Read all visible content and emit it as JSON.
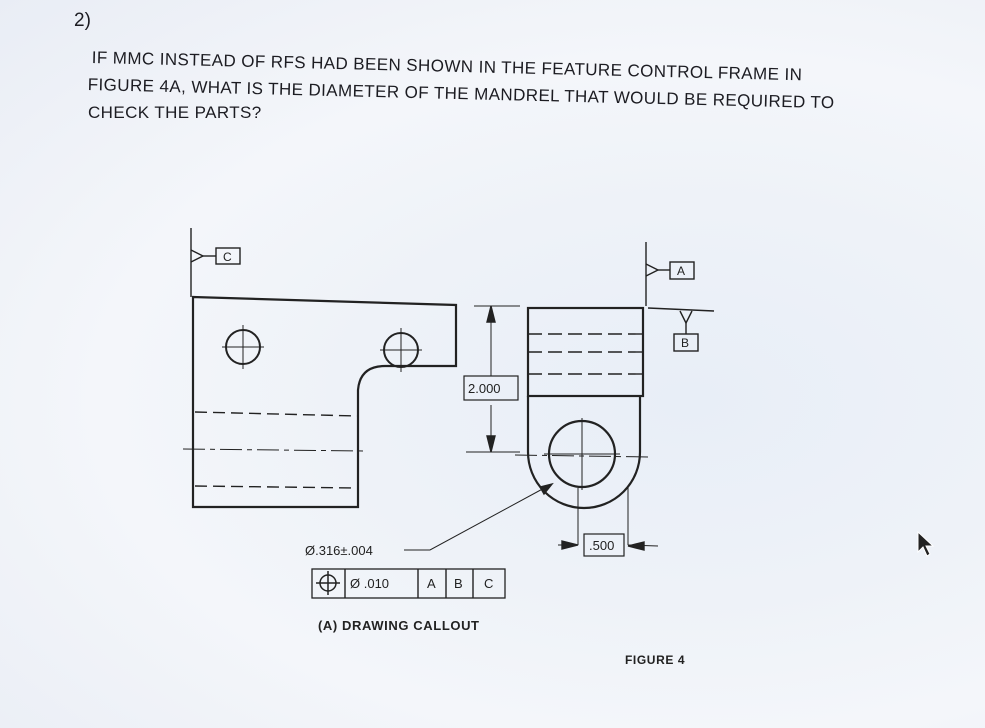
{
  "question": {
    "number": "2)",
    "lines": [
      "IF MMC INSTEAD OF RFS HAD BEEN SHOWN IN THE FEATURE CONTROL FRAME IN",
      "FIGURE 4A, WHAT IS THE DIAMETER OF THE MANDREL THAT WOULD BE REQUIRED TO",
      "CHECK THE PARTS?"
    ]
  },
  "drawing": {
    "datum_c": "C",
    "datum_a": "A",
    "datum_b": "B",
    "dim_height": "2.000",
    "dim_width": ".500",
    "hole_callout": "Ø.316±.004",
    "fcf": {
      "symbol": "position",
      "tolerance": "Ø .010",
      "datums": [
        "A",
        "B",
        "C"
      ]
    },
    "caption": "(A) DRAWING CALLOUT",
    "figure_label": "FIGURE 4"
  }
}
